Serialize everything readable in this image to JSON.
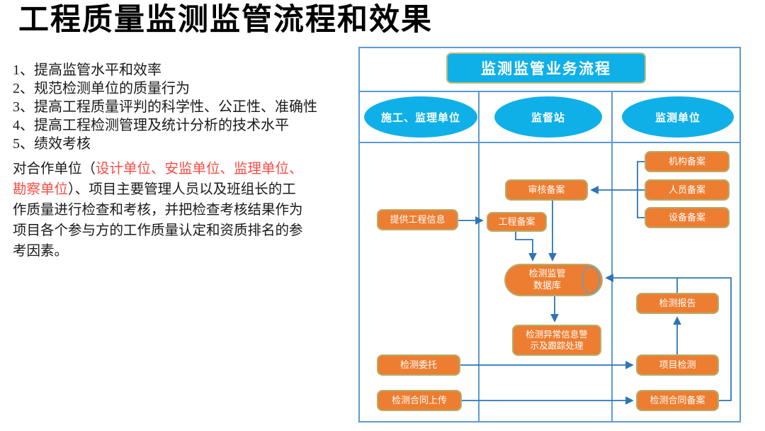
{
  "slide": {
    "title": "工程质量监测监管流程和效果",
    "list_items": [
      "1、提高监管水平和效率",
      "2、规范检测单位的质量行为",
      "3、提高工程质量评判的科学性、公正性、准确性",
      "4、提高工程检测管理及统计分析的技术水平",
      "5、绩效考核"
    ],
    "paragraph": {
      "before": "对合作单位（",
      "red": "设计单位、安监单位、监理单位、勘察单位",
      "after": "）、项目主要管理人员以及班组长的工作质量进行检查和考核，并把检查考核结果作为项目各个参与方的工作质量认定和资质排名的参考因素。"
    }
  },
  "flowchart": {
    "title": "监测监管业务流程",
    "lanes": [
      "施工、监理单位",
      "监督站",
      "监测单位"
    ],
    "nodes": {
      "provide_project_info": "提供工程信息",
      "test_commission": "检测委托",
      "test_contract_upload": "检测合同上传",
      "review_filing": "审核备案",
      "project_filing": "工程备案",
      "monitoring_database": "检测监管\n数据库",
      "abnormal_info_alert": "检测异常信息警\n示及跟踪处理",
      "institution_filing": "机构备案",
      "personnel_filing": "人员备案",
      "equipment_filing": "设备备案",
      "test_report": "检测报告",
      "project_testing": "项目检测",
      "test_contract_filing": "检测合同备案"
    },
    "colors": {
      "accent_blue": "#0FB0E8",
      "node_orange": "#ED7D31",
      "node_border": "#B3AF6B",
      "connector_blue": "#2E75B6",
      "grid_blue": "#5B9BD5",
      "highlight_red": "#FA4B42"
    }
  }
}
